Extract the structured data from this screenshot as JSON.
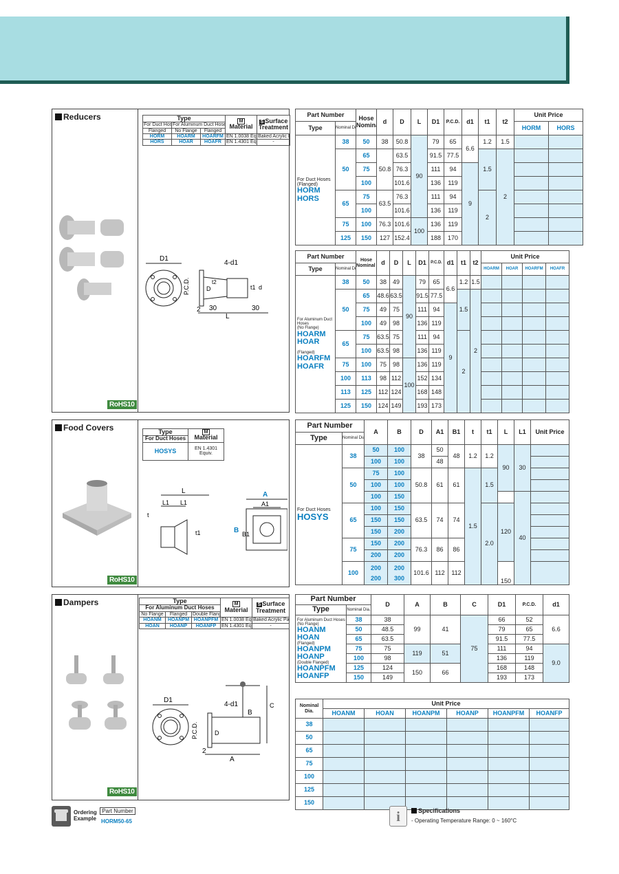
{
  "colors": {
    "header_bg": "#a8dde2",
    "header_edge": "#1f5c54",
    "blue_text": "#0a7fc0",
    "light_blue": "#d9eef8",
    "rohs_green": "#3f8a3f"
  },
  "reducers": {
    "title": "Reducers",
    "spec": {
      "type": "Type",
      "for_duct": "For Duct Hoses",
      "for_alu": "For Aluminum Duct Hoses",
      "flanged": "Flanged",
      "no_flange": "No Flange",
      "flanged2": "Flanged",
      "m_icon": "M",
      "material": "Material",
      "s_icon": "S",
      "surface": "Surface Treatment",
      "rows": [
        [
          "HORM",
          "HOARM",
          "HOARFM",
          "EN 1.0038 Equiv.",
          "Baked Acrylic Paint"
        ],
        [
          "HORS",
          "HOAR",
          "HOAFR",
          "EN 1.4301 Equiv.",
          "-"
        ]
      ]
    },
    "diagram": {
      "d1": "D1",
      "four_d1": "4-d1",
      "pcd": "P.C.D.",
      "D": "D",
      "t2": "t2",
      "t1": "t1",
      "d": "d",
      "n2": "2",
      "n30a": "30",
      "L": "L",
      "n30b": "30"
    },
    "rohs": "RoHS10",
    "table1": {
      "part_number": "Part Number",
      "type": "Type",
      "nominal": "Nominal Dia.",
      "hose": "Hose",
      "cols": [
        "d",
        "D",
        "L",
        "D1",
        "P.C.D.",
        "d1",
        "t1",
        "t2"
      ],
      "unit_price": "Unit Price",
      "price_cols": [
        "HORM",
        "HORS"
      ],
      "type_label1": "For Duct Hoses",
      "type_label2": "(Flanged)",
      "type_codes": [
        "HORM",
        "HORS"
      ],
      "rows": [
        {
          "t": "38",
          "h": "50",
          "d": "38",
          "D": "50.8",
          "D1": "79",
          "pcd": "65"
        },
        {
          "t": "50",
          "h": "65",
          "D": "63.5",
          "D1": "91.5",
          "pcd": "77.5"
        },
        {
          "h": "75",
          "d": "50.8",
          "D": "76.3",
          "D1": "111",
          "pcd": "94"
        },
        {
          "h": "100",
          "D": "101.6",
          "D1": "136",
          "pcd": "119"
        },
        {
          "t": "65",
          "h": "75",
          "D": "76.3",
          "D1": "111",
          "pcd": "94"
        },
        {
          "h": "100",
          "D": "101.6",
          "D1": "136",
          "pcd": "119"
        },
        {
          "t": "75",
          "h": "100",
          "d": "76.3",
          "D": "101.6",
          "D1": "136",
          "pcd": "119"
        },
        {
          "t": "125",
          "h": "150",
          "d": "127",
          "D": "152.4",
          "D1": "188",
          "pcd": "170"
        }
      ],
      "d_63": "63.5",
      "L90": "90",
      "L100": "100",
      "d1a": "6.6",
      "d1b": "9",
      "t1a": "1.2",
      "t1b": "1.5",
      "t1c": "2",
      "t2a": "1.5",
      "t2b": "2"
    },
    "table2": {
      "part_number": "Part Number",
      "type": "Type",
      "nominal": "Nominal Dia.",
      "hose": "Hose",
      "cols": [
        "d",
        "D",
        "L",
        "D1",
        "P.C.D.",
        "d1",
        "t1",
        "t2"
      ],
      "unit_price": "Unit Price",
      "price_cols": [
        "HOARM",
        "HOAR",
        "HOARFM",
        "HOAFR"
      ],
      "label_alu": "For Aluminum Duct Hoses",
      "label_noflange": "(No Flange)",
      "codes1": [
        "HOARM",
        "HOAR"
      ],
      "label_flanged": "(Flanged)",
      "codes2": [
        "HOARFM",
        "HOAFR"
      ],
      "rows": [
        {
          "t": "38",
          "h": "50",
          "d": "38",
          "D": "49",
          "D1": "79",
          "pcd": "65"
        },
        {
          "t": "50",
          "h": "65",
          "d": "48.6",
          "D": "63.5",
          "D1": "91.5",
          "pcd": "77.5"
        },
        {
          "h": "75",
          "d": "49",
          "D": "75",
          "D1": "111",
          "pcd": "94"
        },
        {
          "h": "100",
          "d": "49",
          "D": "98",
          "D1": "136",
          "pcd": "119"
        },
        {
          "t": "65",
          "h": "75",
          "d": "63.5",
          "D": "75",
          "D1": "111",
          "pcd": "94"
        },
        {
          "h": "100",
          "d": "63.5",
          "D": "98",
          "D1": "136",
          "pcd": "119"
        },
        {
          "t": "75",
          "h": "100",
          "d": "75",
          "D": "98",
          "D1": "136",
          "pcd": "119"
        },
        {
          "t": "100",
          "h": "113",
          "d": "98",
          "D": "112",
          "D1": "152",
          "pcd": "134"
        },
        {
          "t": "113",
          "h": "125",
          "d": "112",
          "D": "124",
          "D1": "168",
          "pcd": "148"
        },
        {
          "t": "125",
          "h": "150",
          "d": "124",
          "D": "149",
          "D1": "193",
          "pcd": "173"
        }
      ],
      "L90": "90",
      "L100": "100",
      "d1a": "6.6",
      "d1b": "9",
      "t1a": "1.2",
      "t1b": "1.5",
      "t1c": "2",
      "t2a": "1.5",
      "t2b": "2"
    }
  },
  "food": {
    "title": "Food Covers",
    "spec": {
      "type": "Type",
      "for_duct": "For Duct Hoses",
      "m_icon": "M",
      "material": "Material",
      "code": "HOSYS",
      "mat": "EN 1.4301 Equiv."
    },
    "diagram": {
      "L": "L",
      "L1a": "L1",
      "L1b": "L1",
      "t": "t",
      "t1": "t1",
      "A": "A",
      "A1": "A1",
      "B": "B",
      "B1": "B1"
    },
    "rohs": "RoHS10",
    "table": {
      "part_number": "Part Number",
      "type": "Type",
      "nominal": "Nominal Dia.",
      "cols": [
        "A",
        "B",
        "D",
        "A1",
        "B1",
        "t",
        "t1",
        "L",
        "L1"
      ],
      "unit_price": "Unit Price",
      "label": "For Duct Hoses",
      "code": "HOSYS",
      "groups": [
        "38",
        "50",
        "65",
        "75",
        "100"
      ],
      "A": [
        "50",
        "100",
        "75",
        "100",
        "100",
        "100",
        "150",
        "150",
        "150",
        "200",
        "200"
      ],
      "B": [
        "100",
        "100",
        "100",
        "100",
        "150",
        "150",
        "150",
        "200",
        "200",
        "200",
        "300"
      ],
      "D": [
        "38",
        "50.8",
        "63.5",
        "76.3",
        "101.6"
      ],
      "A1": [
        "50",
        "48",
        "61",
        "74",
        "86",
        "112"
      ],
      "B1": [
        "48",
        "61",
        "74",
        "86",
        "112"
      ],
      "t": [
        "1.2",
        "1.5"
      ],
      "t1": [
        "1.2",
        "1.5",
        "2.0"
      ],
      "L": [
        "90",
        "120",
        "150"
      ],
      "L1": [
        "30",
        "40"
      ]
    }
  },
  "dampers": {
    "title": "Dampers",
    "spec": {
      "type": "Type",
      "for_alu": "For Aluminum Duct Hoses",
      "no_flange": "No Flange",
      "flanged": "Flanged",
      "double": "Double Flanged",
      "m_icon": "M",
      "material": "Material",
      "s_icon": "S",
      "surface": "Surface Treatment",
      "rows": [
        [
          "HOANM",
          "HOANPM",
          "HOANPFM",
          "EN 1.0038 Equiv.",
          "Baked Acrylic Paint"
        ],
        [
          "HOAN",
          "HOANP",
          "HOANFP",
          "EN 1.4301 Equiv.",
          "-"
        ]
      ]
    },
    "diagram": {
      "D1": "D1",
      "four_d1": "4-d1",
      "B": "B",
      "C": "C",
      "pcd": "P.C.D.",
      "D": "D",
      "n2": "2",
      "A": "A"
    },
    "rohs": "RoHS10",
    "table": {
      "part_number": "Part Number",
      "type": "Type",
      "nominal": "Nominal Dia.",
      "cols": [
        "D",
        "A",
        "B",
        "C",
        "D1",
        "P.C.D.",
        "d1"
      ],
      "l_alu": "For Aluminum Duct Hoses",
      "l_nf": "(No Flange)",
      "c1": "HOANM",
      "c2": "HOAN",
      "l_f": "(Flanged)",
      "c3": "HOANPM",
      "c4": "HOANP",
      "l_df": "(Double Flanged)",
      "c5": "HOANPFM",
      "c6": "HOANFP",
      "nom": [
        "38",
        "50",
        "65",
        "75",
        "100",
        "125",
        "150"
      ],
      "D": [
        "38",
        "48.5",
        "63.5",
        "75",
        "98",
        "124",
        "149"
      ],
      "A": [
        "99",
        "119",
        "150"
      ],
      "B": [
        "41",
        "51",
        "66"
      ],
      "C": "75",
      "D1": [
        "66",
        "79",
        "91.5",
        "111",
        "136",
        "168",
        "193"
      ],
      "pcd": [
        "52",
        "65",
        "77.5",
        "94",
        "119",
        "148",
        "173"
      ],
      "d1": [
        "6.6",
        "9.0"
      ]
    },
    "price": {
      "nominal": "Nominal Dia.",
      "unit_price": "Unit Price",
      "cols": [
        "HOANM",
        "HOAN",
        "HOANPM",
        "HOANP",
        "HOANPFM",
        "HOANFP"
      ],
      "rows": [
        "38",
        "50",
        "65",
        "75",
        "100",
        "125",
        "150"
      ]
    }
  },
  "footer": {
    "ordering": "Ordering Example",
    "part_number": "Part Number",
    "example": "HORM50-65",
    "info": "i",
    "specifications": "Specifications",
    "spec_text": "- Operating Temperature Range: 0 ~ 160°C"
  }
}
